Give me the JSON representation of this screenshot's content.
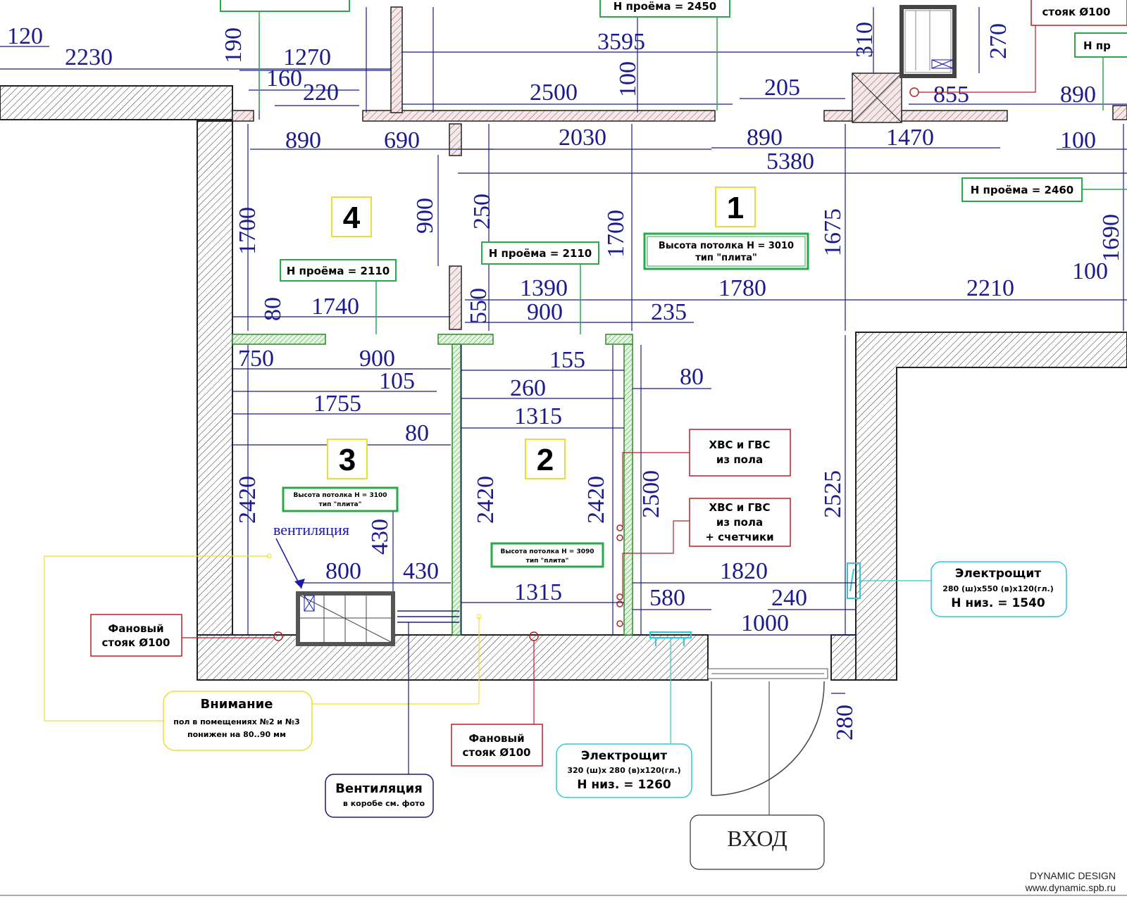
{
  "rooms": [
    {
      "num": "1"
    },
    {
      "num": "2"
    },
    {
      "num": "3"
    },
    {
      "num": "4"
    }
  ],
  "ceiling_labels": {
    "room1": {
      "line1": "Высота потолка Н = 3010",
      "line2": "тип  \"плита\""
    },
    "room2": {
      "line1": "Высота потолка Н = 3090",
      "line2": "тип  \"плита\""
    },
    "room3": {
      "line1": "Высота потолка Н = 3100",
      "line2": "тип  \"плита\""
    }
  },
  "opening_labels": {
    "room4": "Н проёма = 2110",
    "room2": "Н проёма = 2110",
    "right": "Н проёма = 2460",
    "top_cut": "Н проёма = 2450"
  },
  "callouts": {
    "water1": {
      "line1": "ХВС и ГВС",
      "line2": "из пола"
    },
    "water2": {
      "line1": "ХВС и ГВС",
      "line2": "из пола",
      "line3": "+ счетчики"
    },
    "elec_right": {
      "title": "Электрощит",
      "spec": "280 (ш)х550 (в)х120(гл.)",
      "h": "Н низ. = 1540"
    },
    "elec_bottom": {
      "title": "Электрощит",
      "spec": "320 (ш)х 280 (в)х120(гл.)",
      "h": "Н низ. = 1260"
    },
    "fan_left": {
      "line1": "Фановый",
      "line2": "стояк Ø100"
    },
    "fan_bottom": {
      "line1": "Фановый",
      "line2": "стояк Ø100"
    },
    "fan_top": {
      "line1": "стояк Ø100"
    },
    "attention": {
      "title": "Внимание",
      "line1": "пол в помещениях №2 и №3",
      "line2": "понижен на 80..90 мм"
    },
    "vent": {
      "title": "Вентиляция",
      "line1": "в коробе см. фото"
    },
    "top_right_cut": "Н пр",
    "vent_inline": "вентиляция"
  },
  "entrance": "ВХОД",
  "footer": {
    "brand": "DYNAMIC DESIGN",
    "url": "www.dynamic.spb.ru"
  },
  "dimensions": {
    "top_row": [
      "120",
      "2230",
      "190",
      "1270",
      "160",
      "220",
      "3595",
      "100",
      "2500",
      "205",
      "310",
      "270",
      "855",
      "890"
    ],
    "row2": [
      "890",
      "690",
      "2030",
      "890",
      "1470",
      "100",
      "5380"
    ],
    "vertical": [
      "1700",
      "900",
      "250",
      "1700",
      "1675",
      "1690",
      "550",
      "80",
      "2420",
      "2420",
      "2420",
      "2500",
      "2525",
      "430",
      "280"
    ],
    "middle": [
      "1390",
      "1780",
      "2210",
      "100",
      "1740",
      "900",
      "235",
      "750",
      "900",
      "155",
      "105",
      "80",
      "260",
      "1755",
      "1315",
      "80",
      "800",
      "430",
      "1820",
      "1315",
      "580",
      "240",
      "1000"
    ]
  },
  "colors": {
    "dims": "#1a1a8c",
    "green": "#2aa84a",
    "red": "#b22222",
    "cyan": "#30c8d8",
    "yellow": "#e8e030",
    "navy": "#1a1a6c"
  }
}
